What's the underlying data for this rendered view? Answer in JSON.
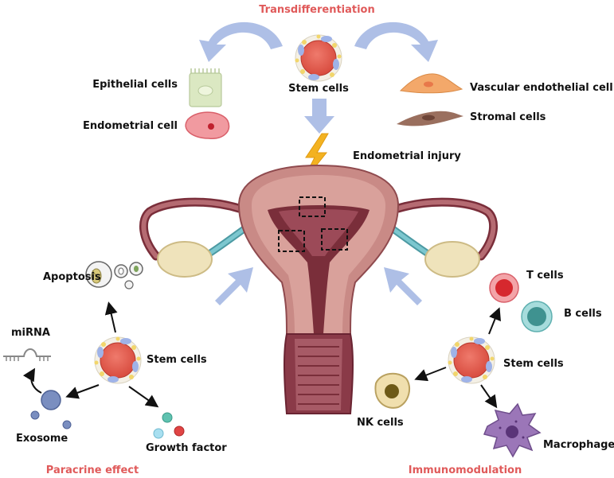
{
  "sections": {
    "top": "Transdifferentiation",
    "bottom_left": "Paracrine effect",
    "bottom_right": "Immunomodulation"
  },
  "labels": {
    "stem_top": "Stem cells",
    "epithelial": "Epithelial cells",
    "endometrial_cell": "Endometrial cell",
    "vascular": "Vascular endothelial cell",
    "stromal": "Stromal cells",
    "injury": "Endometrial injury",
    "apoptosis": "Apoptosis",
    "mirna": "miRNA",
    "stem_left": "Stem cells",
    "exosome": "Exosome",
    "growth_factor": "Growth factor",
    "t_cells": "T cells",
    "b_cells": "B cells",
    "stem_right": "Stem cells",
    "nk_cells": "NK cells",
    "macrophage": "Macrophage"
  },
  "colors": {
    "section_title": "#e05a5a",
    "arrow_blue": "#aebfe6",
    "stem_core": "#e0574a",
    "uterus_outer": "#c98a86",
    "uterus_inner": "#7a2e3a",
    "tube_blue": "#5fb7bf",
    "ovary": "#efe3bb"
  }
}
